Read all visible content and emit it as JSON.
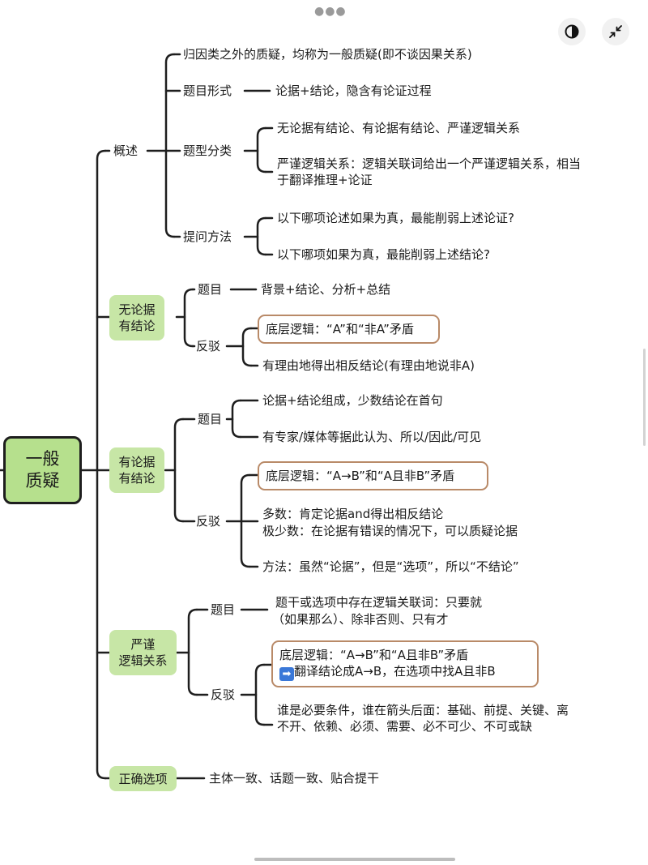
{
  "toolbar": {
    "more_icon": "more-dots-icon",
    "theme_icon": "contrast-icon",
    "collapse_icon": "collapse-arrows-icon"
  },
  "root": {
    "line1": "一般",
    "line2": "质疑"
  },
  "overview": {
    "label": "概述",
    "items": [
      "归因类之外的质疑，均称为一般质疑(即不谈因果关系)",
      "题目形式",
      "题型分类",
      "提问方法"
    ],
    "form_text": "论据+结论，隐含有论证过程",
    "types": [
      "无论据有结论、有论据有结论、严谨逻辑关系",
      "严谨逻辑关系：逻辑关联词给出一个严谨逻辑关系，相当于翻译推理+论证"
    ],
    "questions": [
      "以下哪项论述如果为真，最能削弱上述论证?",
      "以下哪项如果为真，最能削弱上述结论?"
    ]
  },
  "no_evidence": {
    "label1": "无论据",
    "label2": "有结论",
    "q_label": "题目",
    "q_text": "背景+结论、分析+总结",
    "r_label": "反驳",
    "r_box": "底层逻辑：“A”和“非A”矛盾",
    "r_text": "有理由地得出相反结论(有理由地说非A)"
  },
  "with_evidence": {
    "label1": "有论据",
    "label2": "有结论",
    "q_label": "题目",
    "q_items": [
      "论据+结论组成，少数结论在首句",
      "有专家/媒体等据此认为、所以/因此/可见"
    ],
    "r_label": "反驳",
    "r_box": "底层逻辑：“A→B”和“A且非B”矛盾",
    "r_line1": "多数：肯定论据and得出相反结论",
    "r_line2": "极少数：在论据有错误的情况下，可以质疑论据",
    "r_method": "方法：虽然“论据”，但是“选项”，所以“不结论”"
  },
  "strict_logic": {
    "label1": "严谨",
    "label2": "逻辑关系",
    "q_label": "题目",
    "q_text1": "题干或选项中存在逻辑关联词：只要就",
    "q_text2": "（如果那么）、除非否则、只有才",
    "r_label": "反驳",
    "r_box1": "底层逻辑：“A→B”和“A且非B”矛盾",
    "r_box_arrow": "➡",
    "r_box2": "翻译结论成A→B，在选项中找A且非B",
    "r_text": "谁是必要条件，谁在箭头后面：基础、前提、关键、离不开、依赖、必须、需要、必不可少、不可或缺"
  },
  "correct": {
    "label": "正确选项",
    "text": "主体一致、话题一致、贴合提干"
  }
}
